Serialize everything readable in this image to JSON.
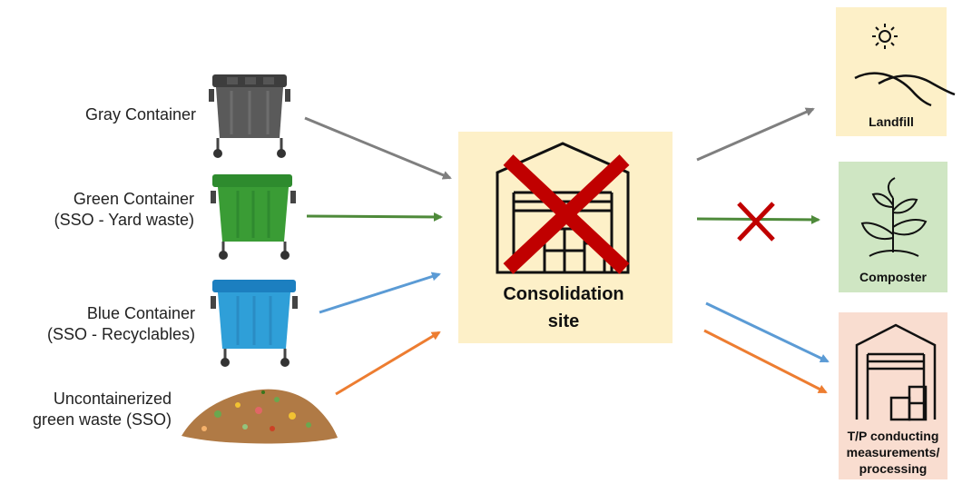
{
  "sources": [
    {
      "line1": "Gray Container",
      "line2": "",
      "color": "#5a5a5a",
      "icon": "gray-bin-icon"
    },
    {
      "line1": "Green Container",
      "line2": "(SSO - Yard waste)",
      "color": "#3a9c35",
      "icon": "green-bin-icon"
    },
    {
      "line1": "Blue Container",
      "line2": "(SSO - Recyclables)",
      "color": "#2f9fd8",
      "icon": "blue-bin-icon"
    },
    {
      "line1": "Uncontainerized",
      "line2": "green waste (SSO)",
      "color": "#b07a45",
      "icon": "waste-pile-icon"
    }
  ],
  "consolidation": {
    "line1": "Consolidation",
    "line2": "site",
    "bg": "#fdf0c8",
    "crossed": true
  },
  "destinations": {
    "landfill": {
      "label": "Landfill",
      "bg": "#fdf0c8"
    },
    "composter": {
      "label": "Composter",
      "bg": "#cfe6c3"
    },
    "processor": {
      "line1": "T/P conducting",
      "line2": "measurements/",
      "line3": "processing",
      "bg": "#f9ddd0"
    }
  },
  "colors": {
    "gray_arrow": "#7f7f7f",
    "green_arrow": "#4e8a3a",
    "blue_arrow": "#5b9bd5",
    "orange_arrow": "#ed7d31",
    "cross": "#c00000"
  }
}
